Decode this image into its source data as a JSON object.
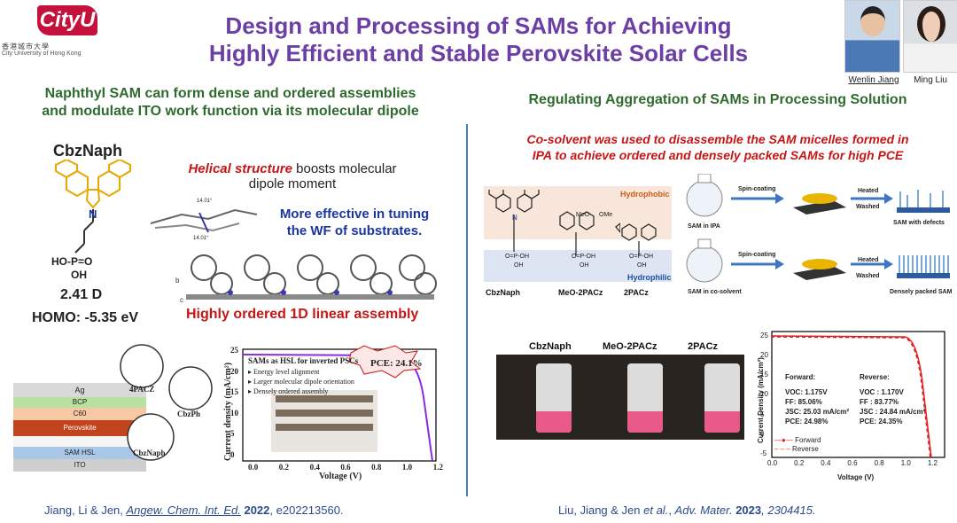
{
  "header": {
    "title_line1": "Design and Processing of SAMs for Achieving",
    "title_line2": "Highly Efficient and Stable Perovskite Solar Cells",
    "logo_text": "CityU",
    "logo_cn": "香港城市大學",
    "logo_en": "City University of Hong Kong",
    "people": [
      "Wenlin Jiang",
      "Ming Liu"
    ]
  },
  "left": {
    "heading_line1": "Naphthyl SAM can form dense and ordered assemblies",
    "heading_line2": "and modulate ITO work function via its molecular dipole",
    "molecule_name": "CbzNaph",
    "dipole": "2.41 D",
    "homo": "HOMO: -5.35 eV",
    "phos_group": "HO-P=O",
    "oh": "OH",
    "n_label": "N",
    "helical_red": "Helical structure",
    "helical_rest": " boosts molecular",
    "helical_line2": "dipole moment",
    "angle1": "14.01°",
    "angle2": "14.01°",
    "effective_line1": "More effective in tuning",
    "effective_line2": "the WF of substrates.",
    "assembly": "Highly ordered 1D linear assembly",
    "axis_b": "b",
    "axis_c": "c",
    "stack_layers": [
      "Ag",
      "BCP",
      "C60",
      "Perovskite",
      "SAM HSL",
      "ITO"
    ],
    "circle_labels": [
      "4PACZ",
      "CbzPh",
      "CbzNaph"
    ],
    "jv": {
      "ylabel": "Current density (mA/cm²)",
      "xlabel": "Voltage (V)",
      "legend_title": "SAMs as HSL for inverted PSCs",
      "bullets": [
        "Energy level alignment",
        "Larger molecular dipole orientation",
        "Densely ordered assembly"
      ],
      "pce": "PCE: 24.1%",
      "xticks": [
        "0.0",
        "0.2",
        "0.4",
        "0.6",
        "0.8",
        "1.0",
        "1.2"
      ],
      "yticks": [
        "25",
        "20",
        "15",
        "10",
        "5",
        "0"
      ]
    },
    "citation_prefix": "Jiang, Li & Jen, ",
    "citation_journal": "Angew. Chem. Int. Ed.",
    "citation_year": " 2022",
    "citation_rest": ", e202213560."
  },
  "right": {
    "heading": "Regulating Aggregation of SAMs in Processing Solution",
    "claim_line1": "Co-solvent was used to disassemble the SAM micelles formed in",
    "claim_line2": "IPA to achieve ordered and densely packed SAMs for high PCE",
    "hydrophobic": "Hydrophobic",
    "hydrophilic": "Hydrophilic",
    "molecules": [
      "CbzNaph",
      "MeO-2PACz",
      "2PACz"
    ],
    "ome": "OMe",
    "meo": "MeO",
    "po": "O=P-OH",
    "oh": "OH",
    "n_label": "N",
    "process": {
      "spin": "Spin-coating",
      "heated": "Heated",
      "washed": "Washed",
      "sam_ipa": "SAM in IPA",
      "sam_co": "SAM in co-solvent",
      "defects": "SAM with defects",
      "dense": "Densely packed SAM"
    },
    "vial_labels": [
      "CbzNaph",
      "MeO-2PACz",
      "2PACz"
    ],
    "jv": {
      "ylabel": "Current Density (mA/cm²)",
      "xlabel": "Voltage (V)",
      "forward_title": "Forward:",
      "forward": [
        "VOC: 1.175V",
        "FF: 85.06%",
        "JSC: 25.03 mA/cm²",
        "PCE: 24.98%"
      ],
      "reverse_title": "Reverse:",
      "reverse": [
        "VOC : 1.170V",
        "FF : 83.77%",
        "JSC : 24.84 mA/cm²",
        "PCE: 24.35%"
      ],
      "legend": [
        "Forward",
        "Reverse"
      ],
      "xticks": [
        "0.0",
        "0.2",
        "0.4",
        "0.6",
        "0.8",
        "1.0",
        "1.2"
      ],
      "yticks": [
        "25",
        "20",
        "15",
        "10",
        "5",
        "0",
        "-5"
      ]
    },
    "citation_prefix": "Liu, Jiang & Jen ",
    "citation_etal": "et al.",
    "citation_mid": ", ",
    "citation_journal": "Adv. Mater.",
    "citation_year": " 2023",
    "citation_rest": ", 2304415."
  },
  "colors": {
    "title": "#6b3fa6",
    "heading": "#2f6b2f",
    "accent_red": "#c51616",
    "jv_curve": "#8a2be2",
    "jv_red": "#e02020"
  }
}
